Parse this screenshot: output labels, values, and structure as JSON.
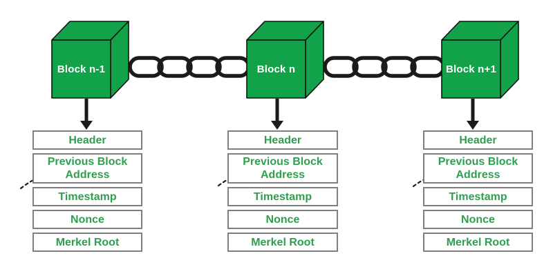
{
  "palette": {
    "background": "#ffffff",
    "cube_green": "#12a24a",
    "cube_outline": "#111111",
    "block_label_color": "#ffffff",
    "field_text_green": "#2e9e4f",
    "field_box_border": "#7e7e7e",
    "chain_color": "#1b1b1b",
    "arrow_color": "#1b1b1b"
  },
  "blocks": [
    {
      "label": "Block n-1",
      "fields": [
        "Header",
        "Previous Block Address",
        "Timestamp",
        "Nonce",
        "Merkel Root"
      ]
    },
    {
      "label": "Block n",
      "fields": [
        "Header",
        "Previous Block Address",
        "Timestamp",
        "Nonce",
        "Merkel Root"
      ]
    },
    {
      "label": "Block n+1",
      "fields": [
        "Header",
        "Previous Block Address",
        "Timestamp",
        "Nonce",
        "Merkel Root"
      ]
    }
  ]
}
